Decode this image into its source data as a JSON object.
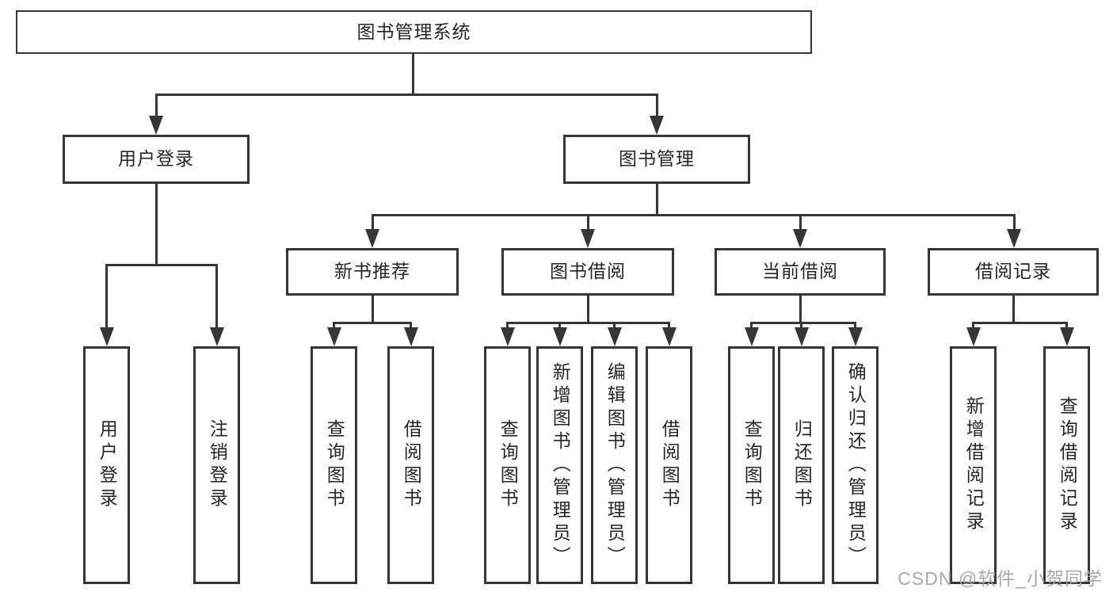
{
  "diagram": {
    "watermark": "CSDN @软件_小贺同学",
    "colors": {
      "line": "#363636",
      "box_border": "#363636",
      "text": "#262626",
      "watermark": "#a4a4a4",
      "background": "#ffffff"
    },
    "tree": {
      "label": "图书管理系统",
      "children": [
        {
          "label": "用户登录",
          "children": [
            {
              "label": "用户登录"
            },
            {
              "label": "注销登录"
            }
          ]
        },
        {
          "label": "图书管理",
          "children": [
            {
              "label": "新书推荐",
              "children": [
                {
                  "label": "查询图书"
                },
                {
                  "label": "借阅图书"
                }
              ]
            },
            {
              "label": "图书借阅",
              "children": [
                {
                  "label": "查询图书"
                },
                {
                  "label": "新增图书（管理员）"
                },
                {
                  "label": "编辑图书（管理员）"
                },
                {
                  "label": "借阅图书"
                }
              ]
            },
            {
              "label": "当前借阅",
              "children": [
                {
                  "label": "查询图书"
                },
                {
                  "label": "归还图书"
                },
                {
                  "label": "确认归还（管理员）"
                }
              ]
            },
            {
              "label": "借阅记录",
              "children": [
                {
                  "label": "新增借阅记录"
                },
                {
                  "label": "查询借阅记录"
                }
              ]
            }
          ]
        }
      ]
    }
  }
}
